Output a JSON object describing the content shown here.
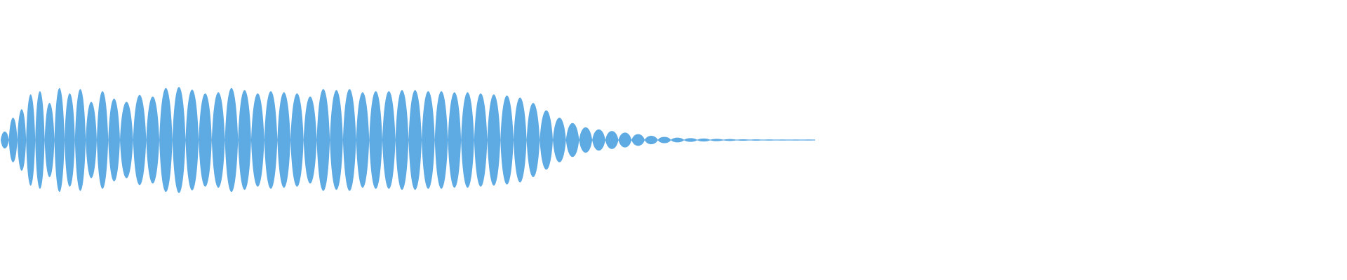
{
  "waveform": {
    "color": "#5eaae3",
    "background": "#ffffff",
    "amplitude_peak": 1.0,
    "cycles": [
      {
        "w": 1.0,
        "a": 0.16
      },
      {
        "w": 1.0,
        "a": 0.42
      },
      {
        "w": 1.0,
        "a": 0.58
      },
      {
        "w": 1.0,
        "a": 0.86
      },
      {
        "w": 1.0,
        "a": 0.92
      },
      {
        "w": 1.0,
        "a": 0.7
      },
      {
        "w": 1.0,
        "a": 0.98
      },
      {
        "w": 1.0,
        "a": 0.88
      },
      {
        "w": 1.0,
        "a": 0.96
      },
      {
        "w": 1.0,
        "a": 0.72
      },
      {
        "w": 1.0,
        "a": 0.92
      },
      {
        "w": 1.0,
        "a": 0.78
      },
      {
        "w": 1.0,
        "a": 0.72
      },
      {
        "w": 1.0,
        "a": 0.85
      },
      {
        "w": 1.0,
        "a": 0.82
      },
      {
        "w": 1.0,
        "a": 0.98
      },
      {
        "w": 1.0,
        "a": 1.0
      },
      {
        "w": 1.0,
        "a": 0.95
      },
      {
        "w": 1.0,
        "a": 0.88
      },
      {
        "w": 1.0,
        "a": 0.9
      },
      {
        "w": 1.0,
        "a": 0.98
      },
      {
        "w": 1.0,
        "a": 0.94
      },
      {
        "w": 1.0,
        "a": 0.88
      },
      {
        "w": 1.0,
        "a": 0.92
      },
      {
        "w": 1.0,
        "a": 0.9
      },
      {
        "w": 1.0,
        "a": 0.88
      },
      {
        "w": 1.0,
        "a": 0.82
      },
      {
        "w": 1.0,
        "a": 0.96
      },
      {
        "w": 1.0,
        "a": 0.94
      },
      {
        "w": 1.0,
        "a": 0.96
      },
      {
        "w": 1.0,
        "a": 0.9
      },
      {
        "w": 1.0,
        "a": 0.92
      },
      {
        "w": 1.0,
        "a": 0.92
      },
      {
        "w": 1.0,
        "a": 0.94
      },
      {
        "w": 1.0,
        "a": 0.94
      },
      {
        "w": 1.0,
        "a": 0.92
      },
      {
        "w": 1.0,
        "a": 0.92
      },
      {
        "w": 1.0,
        "a": 0.9
      },
      {
        "w": 1.0,
        "a": 0.9
      },
      {
        "w": 1.0,
        "a": 0.88
      },
      {
        "w": 1.0,
        "a": 0.86
      },
      {
        "w": 1.0,
        "a": 0.84
      },
      {
        "w": 1.0,
        "a": 0.8
      },
      {
        "w": 1.0,
        "a": 0.7
      },
      {
        "w": 1.0,
        "a": 0.56
      },
      {
        "w": 1.0,
        "a": 0.42
      },
      {
        "w": 1.0,
        "a": 0.32
      },
      {
        "w": 1.0,
        "a": 0.24
      },
      {
        "w": 1.0,
        "a": 0.2
      },
      {
        "w": 1.0,
        "a": 0.17
      },
      {
        "w": 1.0,
        "a": 0.14
      },
      {
        "w": 1.0,
        "a": 0.11
      },
      {
        "w": 1.0,
        "a": 0.08
      },
      {
        "w": 1.0,
        "a": 0.06
      },
      {
        "w": 1.0,
        "a": 0.045
      },
      {
        "w": 1.0,
        "a": 0.035
      },
      {
        "w": 1.0,
        "a": 0.028
      },
      {
        "w": 1.0,
        "a": 0.022
      },
      {
        "w": 1.0,
        "a": 0.018
      },
      {
        "w": 1.0,
        "a": 0.014
      },
      {
        "w": 1.0,
        "a": 0.012
      },
      {
        "w": 1.0,
        "a": 0.01
      },
      {
        "w": 1.0,
        "a": 0.008
      },
      {
        "w": 1.0,
        "a": 0.007
      },
      {
        "w": 1.0,
        "a": 0.006
      }
    ]
  }
}
